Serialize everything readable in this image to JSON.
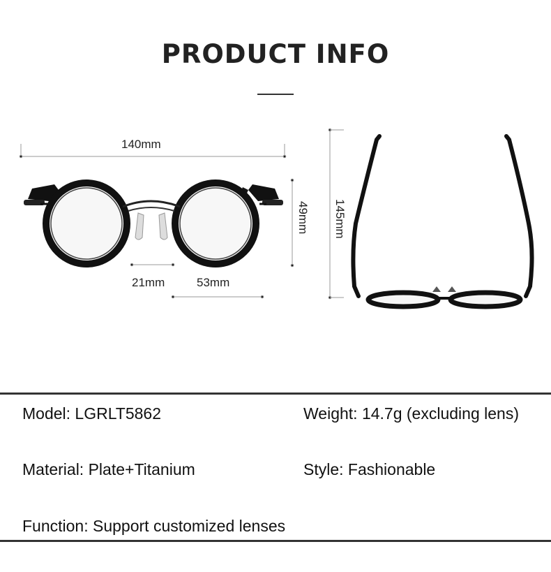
{
  "header": {
    "title": "PRODUCT INFO"
  },
  "dimensions": {
    "total_width": "140mm",
    "lens_height": "49mm",
    "bridge_width": "21mm",
    "lens_width": "53mm",
    "temple_length": "145mm"
  },
  "specs": {
    "model": "Model: LGRLT5862",
    "weight": "Weight: 14.7g (excluding lens)",
    "material": "Material: Plate+Titanium",
    "style": "Style: Fashionable",
    "function": "Function: Support customized lenses"
  },
  "colors": {
    "frame": "#111111",
    "rule": "#333333"
  }
}
